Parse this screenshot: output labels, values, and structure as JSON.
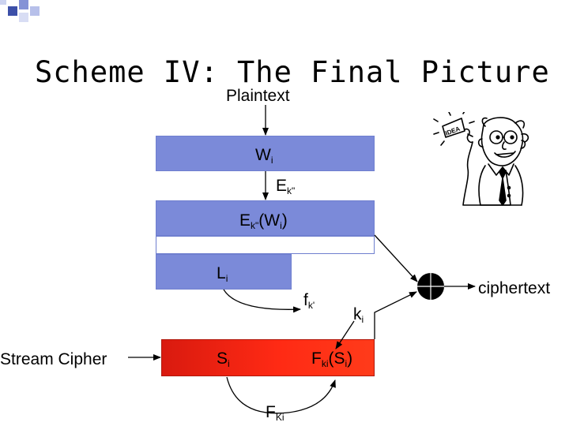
{
  "title": "Scheme IV: The Final Picture",
  "plaintext_label": "Plaintext",
  "boxes": {
    "wi": {
      "main": "W",
      "sub": "i"
    },
    "ek_wi": {
      "a": "E",
      "a_sub": "k\"",
      "b": "(W",
      "b_sub": "i",
      "c": ")"
    },
    "li": {
      "main": "L",
      "sub": "i"
    },
    "si": {
      "main": "S",
      "sub": "i"
    },
    "fki_si": {
      "a": "F",
      "a_sub": "ki",
      "b": "(S",
      "b_sub": "i",
      "c": ")"
    }
  },
  "labels": {
    "ek": {
      "main": "E",
      "sub": "k\""
    },
    "fk": {
      "main": "f",
      "sub": "k'"
    },
    "ki": {
      "main": "k",
      "sub": "i"
    },
    "FKi": {
      "main": "F",
      "sub": "Ki"
    },
    "stream_cipher": "Stream Cipher",
    "ciphertext": "ciphertext"
  },
  "cartoon": {
    "sign_text": "IDEA"
  },
  "colors": {
    "box_blue": "#7b8ad9",
    "box_red": "#ff2a14",
    "deco_squares": "#5566b8"
  }
}
